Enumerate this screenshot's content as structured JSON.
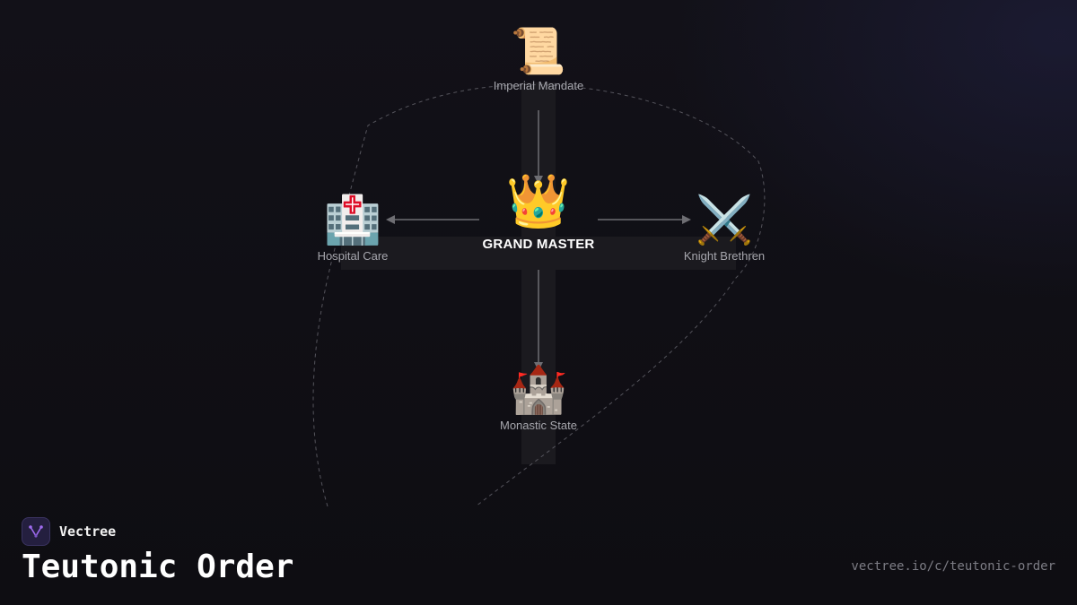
{
  "diagram": {
    "center": {
      "icon": "crown-icon",
      "glyph": "👑",
      "label": "GRAND MASTER"
    },
    "nodes": {
      "top": {
        "icon": "scroll-icon",
        "glyph": "📜",
        "label": "Imperial Mandate"
      },
      "left": {
        "icon": "hospital-icon",
        "glyph": "🏥",
        "label": "Hospital Care"
      },
      "right": {
        "icon": "crossed-swords-icon",
        "glyph": "⚔️",
        "label": "Knight Brethren"
      },
      "bottom": {
        "icon": "castle-icon",
        "glyph": "🏰",
        "label": "Monastic State"
      }
    }
  },
  "brand": {
    "name": "Vectree",
    "icon": "vectree-logo-icon"
  },
  "page": {
    "title": "Teutonic Order",
    "url": "vectree.io/c/teutonic-order"
  },
  "colors": {
    "background": "#0f0e13",
    "cross": "#1b1a1f",
    "arrow": "#6e6e73",
    "label": "#a6a6ad",
    "title": "#ffffff",
    "accent": "#a06cf0"
  }
}
